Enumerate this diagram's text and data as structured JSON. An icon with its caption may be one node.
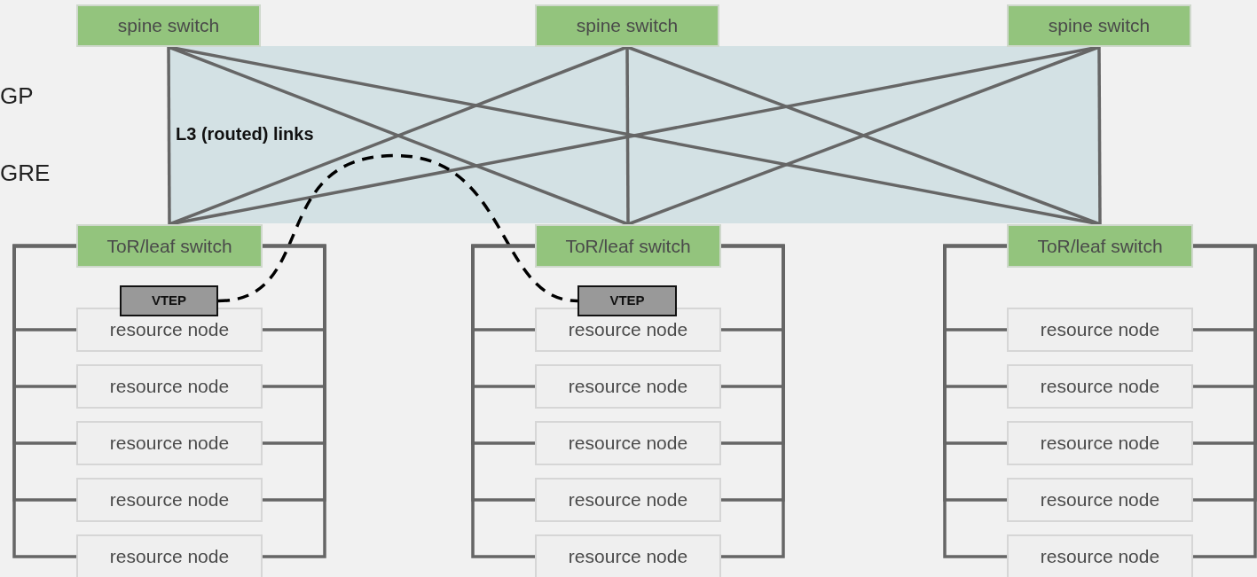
{
  "diagram": {
    "nodes": [
      {
        "text": [
          "spine switch"
        ]
      },
      {
        "text": [
          "spine switch"
        ]
      },
      {
        "text": [
          "spine switch"
        ]
      },
      {
        "text": [
          "ToR/leaf switch"
        ]
      },
      {
        "text": [
          "ToR/leaf switch"
        ]
      },
      {
        "text": [
          "ToR/leaf switch"
        ]
      },
      {
        "text": [
          "VTEP"
        ]
      },
      {
        "text": [
          "VTEP"
        ]
      },
      {
        "text": [
          "resource node"
        ]
      },
      {
        "text": [
          "resource node"
        ]
      },
      {
        "text": [
          "resource node"
        ]
      },
      {
        "text": [
          "resource node"
        ]
      },
      {
        "text": [
          "resource node"
        ]
      },
      {
        "text": [
          "resource node"
        ]
      },
      {
        "text": [
          "resource node"
        ]
      },
      {
        "text": [
          "resource node"
        ]
      },
      {
        "text": [
          "resource node"
        ]
      },
      {
        "text": [
          "resource node"
        ]
      },
      {
        "text": [
          "resource node"
        ]
      },
      {
        "text": [
          "resource node"
        ]
      },
      {
        "text": [
          "resource node"
        ]
      },
      {
        "text": [
          "resource node"
        ]
      },
      {
        "text": [
          "resource node"
        ]
      }
    ],
    "edges": [
      {
        "from": 0,
        "to": 3,
        "arrow": "none"
      },
      {
        "from": 0,
        "to": 4,
        "arrow": "none"
      },
      {
        "from": 0,
        "to": 5,
        "arrow": "none"
      },
      {
        "from": 1,
        "to": 3,
        "arrow": "none"
      },
      {
        "from": 1,
        "to": 4,
        "arrow": "none"
      },
      {
        "from": 1,
        "to": 5,
        "arrow": "none"
      },
      {
        "from": 2,
        "to": 3,
        "arrow": "none"
      },
      {
        "from": 2,
        "to": 4,
        "arrow": "none"
      },
      {
        "from": 2,
        "to": 5,
        "arrow": "none"
      },
      {
        "from": 6,
        "to": 7,
        "arrow": "none",
        "style": "dashed",
        "color": "#000000"
      },
      {
        "from": 3,
        "to": 8,
        "arrow": "none"
      },
      {
        "from": 3,
        "to": 9,
        "arrow": "none"
      },
      {
        "from": 3,
        "to": 10,
        "arrow": "none"
      },
      {
        "from": 3,
        "to": 11,
        "arrow": "none"
      },
      {
        "from": 3,
        "to": 12,
        "arrow": "none"
      },
      {
        "from": 4,
        "to": 13,
        "arrow": "none"
      },
      {
        "from": 4,
        "to": 14,
        "arrow": "none"
      },
      {
        "from": 4,
        "to": 15,
        "arrow": "none"
      },
      {
        "from": 4,
        "to": 16,
        "arrow": "none"
      },
      {
        "from": 4,
        "to": 17,
        "arrow": "none"
      },
      {
        "from": 5,
        "to": 18,
        "arrow": "none"
      },
      {
        "from": 5,
        "to": 19,
        "arrow": "none"
      },
      {
        "from": 5,
        "to": 20,
        "arrow": "none"
      },
      {
        "from": 5,
        "to": 21,
        "arrow": "none"
      },
      {
        "from": 5,
        "to": 22,
        "arrow": "none"
      }
    ],
    "labels": [
      "GP",
      "L3 (routed) links",
      "GRE"
    ]
  }
}
